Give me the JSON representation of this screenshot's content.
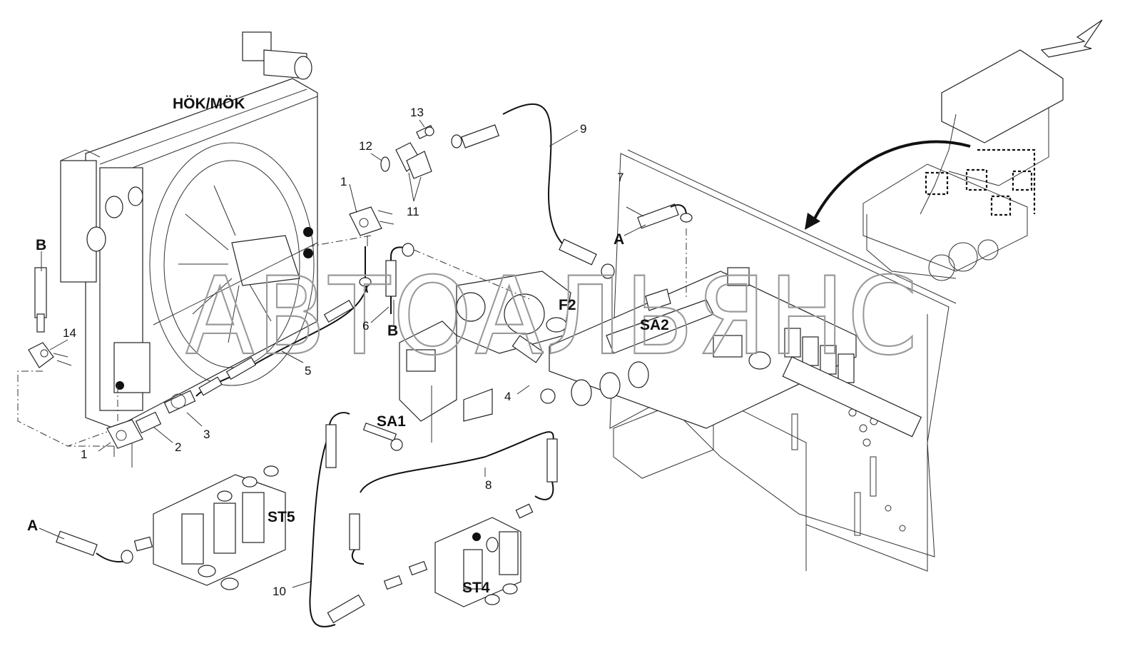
{
  "diagram": {
    "group_labels": {
      "hok_mok": "HÖK/MÖK",
      "sa1": "SA1",
      "sa2": "SA2",
      "f2": "F2",
      "st4": "ST4",
      "st5": "ST5",
      "a_top": "A",
      "a_bottom": "A",
      "b_left": "B",
      "b_center": "B"
    },
    "part_numbers": {
      "p1_top": "1",
      "p1_bottom": "1",
      "p2": "2",
      "p3": "3",
      "p4": "4",
      "p5": "5",
      "p6": "6",
      "p7": "7",
      "p8": "8",
      "p9": "9",
      "p10": "10",
      "p11": "11",
      "p12": "12",
      "p13": "13",
      "p14": "14"
    },
    "watermark": "АВТОАЛЬЯНС",
    "colors": {
      "line": "#1a1a1a",
      "watermark": "#9a9a9a",
      "background": "#ffffff"
    }
  }
}
